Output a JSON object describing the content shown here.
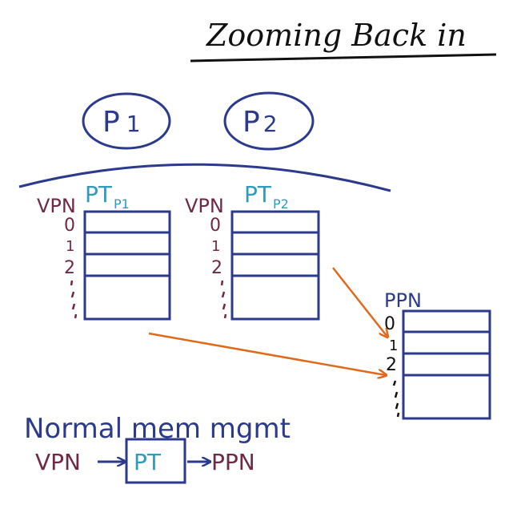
{
  "title": "Zooming Back in",
  "processes": [
    {
      "label": "P1",
      "main": "P",
      "sub": "1"
    },
    {
      "label": "P2",
      "main": "P",
      "sub": "2"
    }
  ],
  "page_tables": [
    {
      "vpn_header": "VPN",
      "pt_main": "PT",
      "pt_sub": "P1",
      "row_labels": [
        "0",
        "1",
        "2"
      ]
    },
    {
      "vpn_header": "VPN",
      "pt_main": "PT",
      "pt_sub": "P2",
      "row_labels": [
        "0",
        "1",
        "2"
      ]
    }
  ],
  "physical": {
    "header": "PPN",
    "row_labels": [
      "0",
      "1",
      "2"
    ]
  },
  "bottom": {
    "heading": "Normal mem mgmt",
    "vpn": "VPN",
    "pt": "PT",
    "ppn": "PPN"
  },
  "colors": {
    "ink": "#111111",
    "navy": "#2c3a8c",
    "maroon": "#6e2a45",
    "teal": "#2f9bbf",
    "orange": "#e06a1b"
  }
}
